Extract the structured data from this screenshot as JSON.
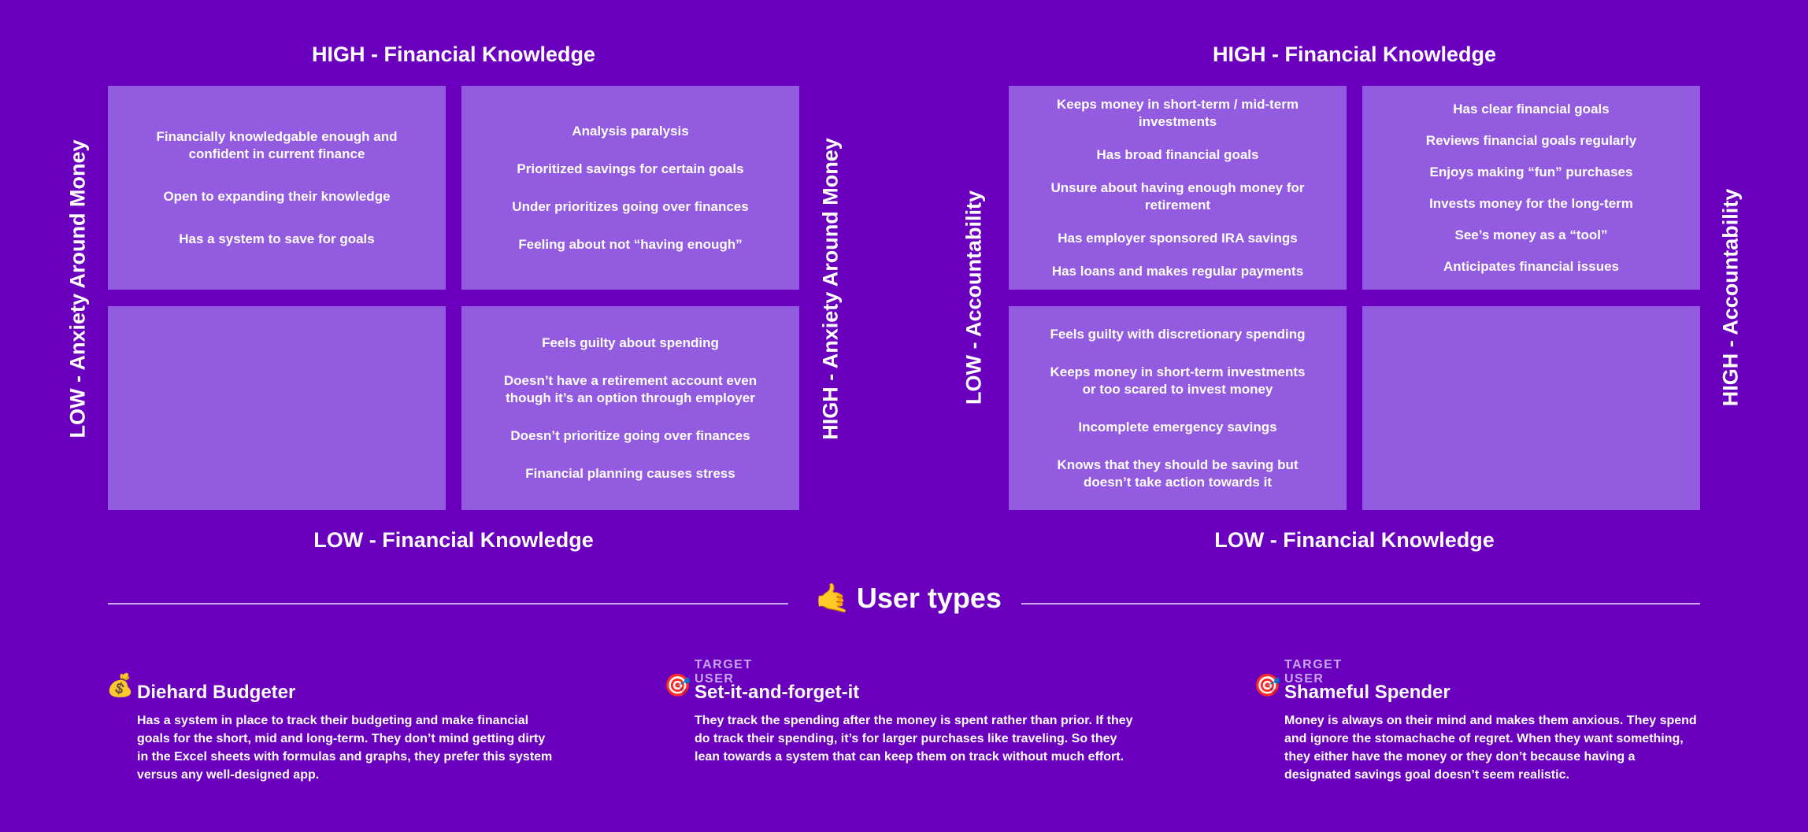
{
  "matrices": [
    {
      "top_label": "HIGH - Financial Knowledge",
      "bottom_label": "LOW - Financial Knowledge",
      "left_label": "LOW - Anxiety Around Money",
      "right_label": "HIGH - Anxiety Around Money",
      "quadrants": {
        "top_left": [
          "Financially knowledgable enough and\nconfident in current finance",
          "Open to expanding their knowledge",
          "Has a system to save for goals"
        ],
        "top_right": [
          "Analysis paralysis",
          "Prioritized savings for certain goals",
          "Under prioritizes going over finances",
          "Feeling about not “having enough”"
        ],
        "bottom_left": [],
        "bottom_right": [
          "Feels guilty about spending",
          "Doesn’t have a retirement account even\nthough it’s an option through employer",
          "Doesn’t prioritize going over finances",
          "Financial planning causes stress"
        ]
      }
    },
    {
      "top_label": "HIGH - Financial Knowledge",
      "bottom_label": "LOW - Financial Knowledge",
      "left_label": "LOW - Accountability",
      "right_label": "HIGH - Accountability",
      "quadrants": {
        "top_left": [
          "Keeps money in short-term / mid-term investments",
          "Has broad financial goals",
          "Unsure about having enough money for retirement",
          "Has employer sponsored IRA savings",
          "Has loans and makes regular payments"
        ],
        "top_right": [
          "Has clear financial goals",
          "Reviews financial goals regularly",
          "Enjoys making “fun” purchases",
          "Invests money for the long-term",
          "See’s money as a “tool”",
          "Anticipates financial issues"
        ],
        "bottom_left": [
          "Feels guilty with discretionary spending",
          "Keeps money in short-term investments\nor too scared to invest money",
          "Incomplete emergency savings",
          "Knows that they should be saving but\ndoesn’t take action towards it"
        ],
        "bottom_right": []
      }
    }
  ],
  "user_types": {
    "title": "User types",
    "icon": "🤙",
    "icon_name": "call-me-hand-icon",
    "personas": [
      {
        "tag": "",
        "icon": "💰",
        "icon_name": "money-bag-icon",
        "name": "Diehard Budgeter",
        "description": "Has a system in place to track their budgeting and make financial\ngoals for the short, mid and long-term. They don’t mind getting dirty\nin the Excel sheets with formulas and graphs, they prefer this system\nversus any well-designed app."
      },
      {
        "tag": "TARGET USER",
        "icon": "🎯",
        "icon_name": "target-icon",
        "name": "Set-it-and-forget-it",
        "description": "They track the spending after the money is spent rather than prior. If they\ndo track their spending, it’s for larger purchases like traveling. So they\nlean towards a system that can keep them on track without much effort."
      },
      {
        "tag": "TARGET USER",
        "icon": "🎯",
        "icon_name": "target-icon",
        "name": "Shameful Spender",
        "description": "Money is always on their mind and makes them anxious. They spend\nand ignore the stomachache of regret. When they want something,\nthey either have the money or they don’t because having a\ndesignated savings goal doesn’t seem realistic."
      }
    ]
  },
  "colors": {
    "background": "#6a00bd",
    "quadrant": "#935be0",
    "tag": "#c7a6f2",
    "divider": "#c9a9ee"
  }
}
